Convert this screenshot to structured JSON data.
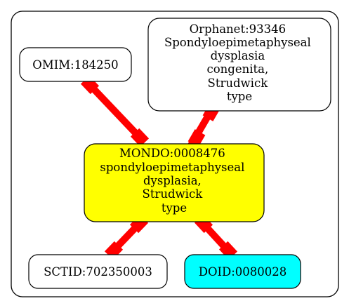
{
  "diagram": {
    "nodes": [
      {
        "id": "omim",
        "lines": [
          "OMIM:184250"
        ],
        "fill": "#ffffff"
      },
      {
        "id": "orphanet",
        "lines": [
          "Orphanet:93346",
          "Spondyloepimetaphyseal",
          "dysplasia",
          "congenita,",
          "Strudwick",
          "type"
        ],
        "fill": "#ffffff"
      },
      {
        "id": "mondo",
        "lines": [
          "MONDO:0008476",
          "spondyloepimetaphyseal",
          "dysplasia,",
          "Strudwick",
          "type"
        ],
        "fill": "#ffff00"
      },
      {
        "id": "sctid",
        "lines": [
          "SCTID:702350003"
        ],
        "fill": "#ffffff"
      },
      {
        "id": "doid",
        "lines": [
          "DOID:0080028"
        ],
        "fill": "#00ffff"
      }
    ],
    "edges": [
      {
        "from": "omim",
        "to": "mondo",
        "color": "#ff0000"
      },
      {
        "from": "orphanet",
        "to": "mondo",
        "color": "#ff0000"
      },
      {
        "from": "mondo",
        "to": "sctid",
        "color": "#ff0000"
      },
      {
        "from": "mondo",
        "to": "doid",
        "color": "#ff0000"
      }
    ]
  }
}
